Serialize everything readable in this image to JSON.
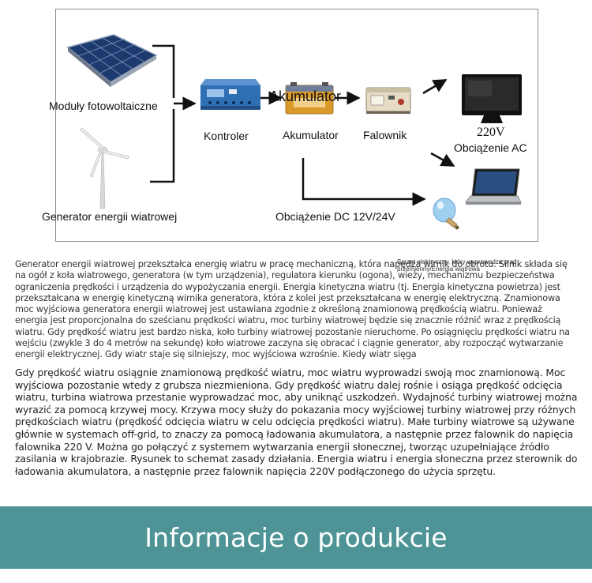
{
  "diagram": {
    "label_pv": "Moduły fotowoltaiczne",
    "label_wind": "Generator energii wiatrowej",
    "label_controller": "Kontroler",
    "label_battery_overlay": "Akumulator",
    "label_battery": "Akumulator",
    "label_inverter": "Falownik",
    "label_voltage": "220V",
    "label_ac_load": "Obciążenie AC",
    "label_dc_load": "Obciążenie DC 12V/24V"
  },
  "overlay_text": "Sprzęt elektryczny, który wyprowadza prąd przemienny/Energia wiatrowa",
  "paragraph1": "Generator energii wiatrowej przekształca energię wiatru w pracę mechaniczną, która napędza wirnik do obrotu. Silnik składa się na ogół z koła wiatrowego, generatora (w tym urządzenia), regulatora kierunku (ogona), wieży, mechanizmu bezpieczeństwa ograniczenia prędkości i urządzenia do wypożyczania energii. Energia kinetyczna wiatru (tj. Energia kinetyczna powietrza) jest przekształcana w energię kinetyczną wirnika generatora, która z kolei jest przekształcana w energię elektryczną. Znamionowa moc wyjściowa generatora energii wiatrowej jest ustawiana zgodnie z określoną znamionową prędkością wiatru. Ponieważ energia jest proporcjonalna do sześcianu prędkości wiatru, moc turbiny wiatrowej będzie się znacznie różnić wraz z prędkością wiatru. Gdy prędkość wiatru jest bardzo niska, koło turbiny wiatrowej pozostanie nieruchome. Po osiągnięciu prędkości wiatru na wejściu (zwykle 3 do 4 metrów na sekundę) koło wiatrowe zaczyna się obracać i ciągnie generator, aby rozpocząć wytwarzanie energii elektrycznej. Gdy wiatr staje się silniejszy, moc wyjściowa wzrośnie. Kiedy wiatr sięga",
  "paragraph2": "Gdy prędkość wiatru osiągnie znamionową prędkość wiatru, moc wiatru wyprowadzi swoją moc znamionową. Moc wyjściowa pozostanie wtedy z grubsza niezmieniona. Gdy prędkość wiatru dalej rośnie i osiąga prędkość odcięcia wiatru, turbina wiatrowa przestanie wyprowadzać moc, aby uniknąć uszkodzeń. Wydajność turbiny wiatrowej można wyrazić za pomocą krzywej mocy. Krzywa mocy służy do pokazania mocy wyjściowej turbiny wiatrowej przy różnych prędkościach wiatru (prędkość odcięcia wiatru w celu odcięcia prędkości wiatru). Małe turbiny wiatrowe są używane głównie w systemach off-grid, to znaczy za pomocą ładowania akumulatora, a następnie przez falownik do napięcia falownika 220 V. Można go połączyć z systemem wytwarzania energii słonecznej, tworząc uzupełniające źródło zasilania w krajobrazie. Rysunek to schemat zasady działania. Energia wiatru i energia słoneczna przez sterownik do ładowania akumulatora, a następnie przez falownik napięcia 220V podłączonego do użycia sprzętu.",
  "banner_title": "Informacje o produkcie",
  "colors": {
    "banner": "#4e9497",
    "controller": "#2f6fb3",
    "battery": "#d99a2b"
  }
}
